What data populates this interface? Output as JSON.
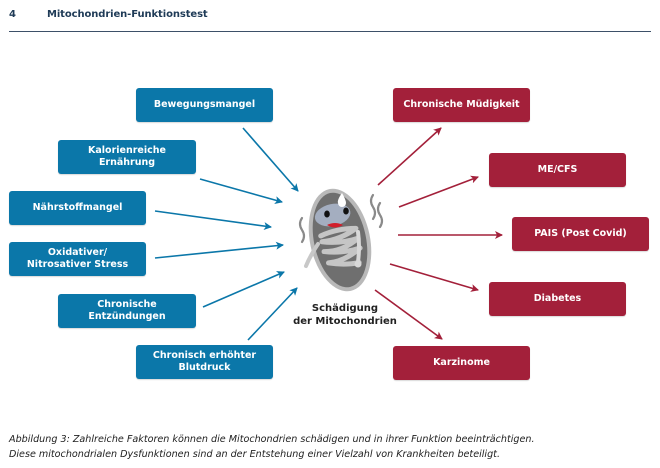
{
  "header": {
    "page_number": "4",
    "title": "Mitochondrien-Funktionstest"
  },
  "causes": [
    {
      "label": "Bewegungsmangel"
    },
    {
      "label": "Kalorienreiche Ernährung"
    },
    {
      "label": "Nährstoffmangel"
    },
    {
      "label": "Oxidativer/ Nitrosativer Stress"
    },
    {
      "label": "Chronische Entzündungen"
    },
    {
      "label": "Chronisch erhöhter Blutdruck"
    }
  ],
  "center": {
    "label_line1": "Schädigung",
    "label_line2": "der Mitochondrien",
    "icon": "sick-mitochondrion-icon"
  },
  "effects": [
    {
      "label": "Chronische Müdigkeit"
    },
    {
      "label": "ME/CFS"
    },
    {
      "label": "PAIS (Post Covid)"
    },
    {
      "label": "Diabetes"
    },
    {
      "label": "Karzinome"
    }
  ],
  "colors": {
    "cause": "#0b77a9",
    "effect": "#a3203a",
    "header": "#1f3b57"
  },
  "caption": {
    "line1": "Abbildung 3: Zahlreiche Faktoren können die Mitochondrien schädigen und in ihrer Funktion beeinträchtigen.",
    "line2": "Diese mitochondrialen Dysfunktionen sind an der Entstehung einer Vielzahl von Krankheiten beteiligt."
  }
}
